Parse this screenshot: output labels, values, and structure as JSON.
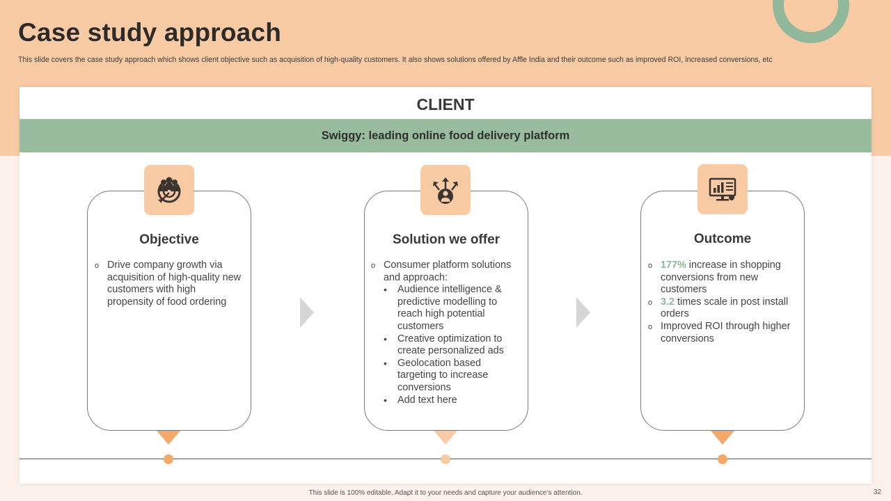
{
  "slide": {
    "title": "Case study approach",
    "subtitle": "This slide covers the case study approach which shows client objective such as acquisition of high-quality customers. It also shows solutions offered by Affle India and their outcome such as improved ROI, increased conversions, etc",
    "footer": "This slide is 100% editable. Adapt it to your needs and capture your audience’s attention.",
    "page_number": "32"
  },
  "client": {
    "heading": "CLIENT",
    "description": "Swiggy: leading online food delivery platform"
  },
  "cards": [
    {
      "title": "Objective",
      "icon": "target-audience-icon",
      "items": [
        {
          "text": "Drive company growth via acquisition of high-quality new customers with high propensity of food ordering"
        }
      ]
    },
    {
      "title": "Solution we offer",
      "icon": "user-growth-icon",
      "items": [
        {
          "text": "Consumer platform solutions and approach:"
        }
      ],
      "sub_items": [
        "Audience intelligence & predictive modelling to reach high potential customers",
        "Creative optimization to create personalized ads",
        "Geolocation based targeting to increase conversions",
        "Add text here"
      ]
    },
    {
      "title": "Outcome",
      "icon": "analytics-monitor-icon",
      "items": [
        {
          "highlight": "177%",
          "text": " increase in shopping conversions from new customers"
        },
        {
          "highlight": "3.2",
          "text": " times scale in post install orders"
        },
        {
          "text": "Improved ROI through higher conversions"
        }
      ]
    }
  ],
  "bullets": {
    "primary": "o",
    "secondary": "•"
  },
  "colors": {
    "header_band": "#f8cba5",
    "accent_green": "#99bc9e",
    "highlight_green": "#8ab896",
    "accent_orange": "#f4a96b",
    "arrow_gray": "#d6d6d6",
    "background": "#fdf1ec"
  }
}
